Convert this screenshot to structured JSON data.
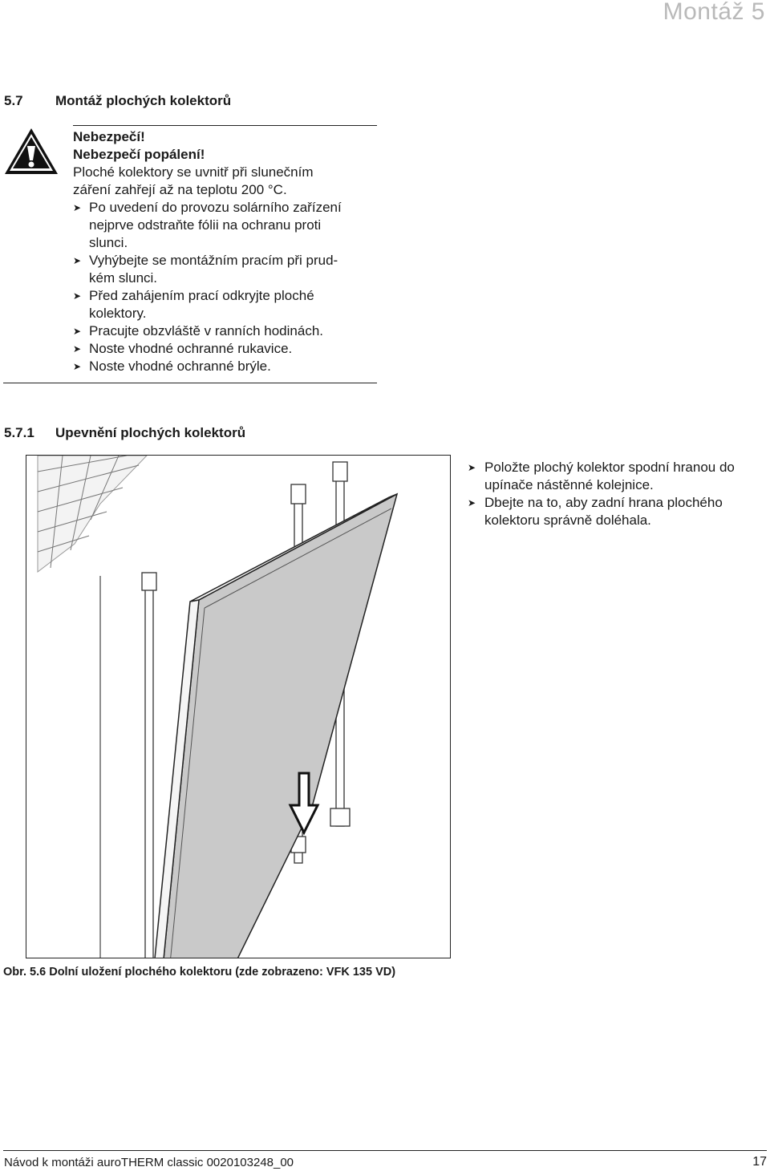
{
  "header": {
    "title": "Montáž 5"
  },
  "section": {
    "number": "5.7",
    "title": "Montáž plochých kolektorů"
  },
  "warning": {
    "icon": "warning-triangle-icon",
    "line1": "Nebezpečí!",
    "line2": "Nebezpečí popálení!",
    "text_lines": [
      "Ploché kolektory se uvnitř při slunečním",
      "záření zahřejí až na teplotu 200 °C."
    ],
    "bullets": [
      [
        "Po uvedení do provozu solárního zařízení",
        "nejprve odstraňte fólii na ochranu proti",
        "slunci."
      ],
      [
        "Vyhýbejte se montážním pracím při prud-",
        "kém slunci."
      ],
      [
        "Před zahájením prací odkryjte ploché",
        "kolektory."
      ],
      [
        "Pracujte obzvláště v ranních hodinách."
      ],
      [
        "Noste vhodné ochranné rukavice."
      ],
      [
        "Noste vhodné ochranné brýle."
      ]
    ]
  },
  "subsection": {
    "number": "5.7.1",
    "title": "Upevnění plochých kolektorů"
  },
  "instructions": [
    [
      "Položte plochý kolektor spodní hranou do",
      "upínače nástěnné kolejnice."
    ],
    [
      "Dbejte na to, aby zadní hrana plochého",
      "kolektoru správně doléhala."
    ]
  ],
  "figure": {
    "caption": "Obr. 5.6 Dolní uložení plochého kolektoru (zde zobrazeno: VFK 135 VD)"
  },
  "footer": {
    "left": "Návod k montáži auroTHERM classic 0020103248_00",
    "page": "17"
  }
}
